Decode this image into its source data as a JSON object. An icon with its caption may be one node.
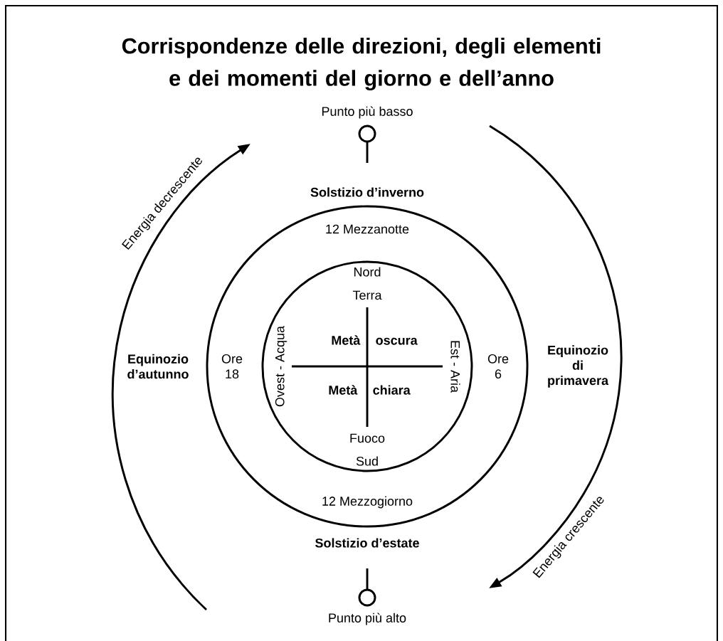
{
  "diagram": {
    "title": "Corrispondenze delle direzioni, degli elementi e dei momenti del giorno e dell’anno",
    "nodes": [
      {
        "text": [
          "12 Mezzanotte",
          "Ore 18",
          "Ore 6",
          "12 Mezzogiorno"
        ]
      },
      {
        "text": [
          "Nord",
          "Terra",
          "Metà oscura",
          "Ovest - Acqua",
          "Est - Aria",
          "Metà chiara",
          "Fuoco",
          "Sud"
        ],
        "in": 0
      },
      {
        "text": [],
        "shape": "circle",
        "beside": [
          "Punto più basso"
        ]
      },
      {
        "text": [],
        "shape": "circle",
        "beside": [
          "Punto più alto"
        ]
      }
    ],
    "labels": [
      "Solstizio d’inverno",
      "Equinozio d’autunno",
      "Equinozio di primavera",
      "Solstizio d’estate",
      "Energia decrescente",
      "Energia crescente"
    ]
  }
}
